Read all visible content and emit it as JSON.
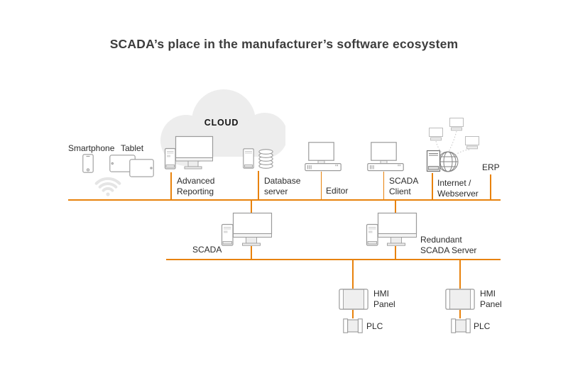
{
  "title": "SCADA’s place in the manufacturer’s software ecosystem",
  "cloud": {
    "label": "CLOUD"
  },
  "wireless": {
    "smartphone_label": "Smartphone",
    "tablet_label": "Tablet"
  },
  "tier1": {
    "advanced_reporting": "Advanced Reporting",
    "database_server": "Database server",
    "editor": "Editor",
    "scada_client": "SCADA Client",
    "internet_webserver": "Internet / Webserver",
    "erp": "ERP"
  },
  "tier2": {
    "scada": "SCADA",
    "redundant_scada_server": "Redundant SCADA Server"
  },
  "tier3": {
    "hmi_panel_1": "HMI Panel",
    "plc_1": "PLC",
    "hmi_panel_2": "HMI Panel",
    "plc_2": "PLC"
  },
  "colors": {
    "bus_line": "#E8820C",
    "icon_outline": "#9B9B9B",
    "cloud_fill": "#EDEDED",
    "title_text": "#3D3D3D",
    "label_text": "#2B2B2B"
  }
}
